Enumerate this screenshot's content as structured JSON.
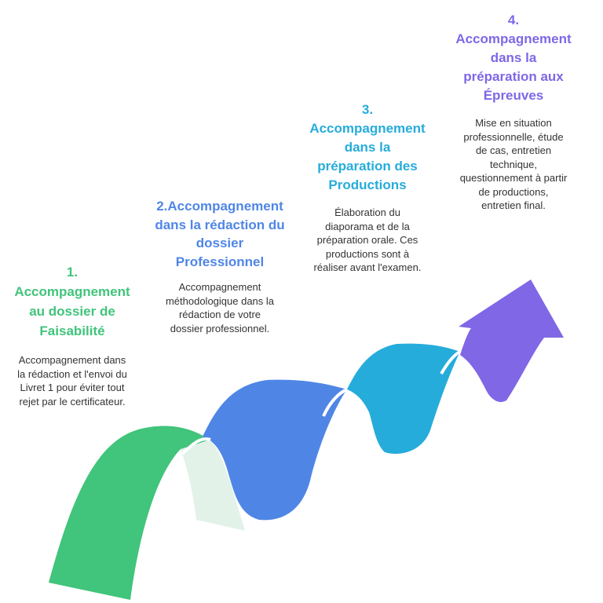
{
  "colors": {
    "step1": "#41c47b",
    "step2": "#4f86e6",
    "step3": "#26acdb",
    "step4": "#7f67e6"
  },
  "steps": [
    {
      "title_lines": [
        "1.",
        "Accompagnement",
        "au dossier de",
        "Faisabilité"
      ],
      "desc_lines": [
        "Accompagnement dans",
        "la rédaction et l'envoi du",
        "Livret 1 pour éviter tout",
        "rejet par le certificateur."
      ]
    },
    {
      "title_lines": [
        "2.Accompagnement",
        "dans la rédaction du",
        "dossier",
        "Professionnel"
      ],
      "desc_lines": [
        "Accompagnement",
        "méthodologique dans la",
        "rédaction de votre",
        "dossier professionnel."
      ]
    },
    {
      "title_lines": [
        "3.",
        "Accompagnement",
        "dans la",
        "préparation des",
        "Productions"
      ],
      "desc_lines": [
        "Élaboration du",
        "diaporama et de la",
        "préparation orale. Ces",
        "productions sont à",
        "réaliser avant l'examen."
      ]
    },
    {
      "title_lines": [
        "4.",
        "Accompagnement",
        "dans la",
        "préparation aux",
        "Épreuves"
      ],
      "desc_lines": [
        "Mise en situation",
        "professionnelle, étude",
        "de cas, entretien",
        "technique,",
        "questionnement à partir",
        "de productions,",
        "entretien final."
      ]
    }
  ]
}
